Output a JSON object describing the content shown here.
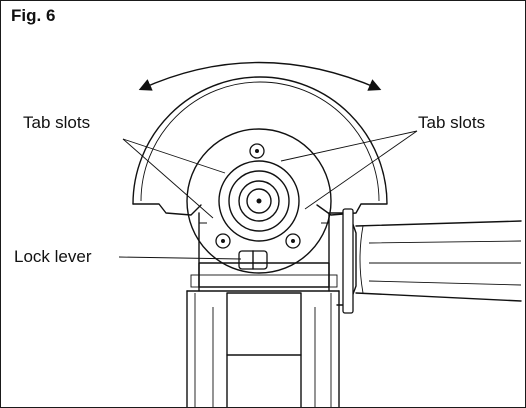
{
  "figure": {
    "label": "Fig. 6",
    "callouts": {
      "tab_slots_left": "Tab slots",
      "tab_slots_right": "Tab slots",
      "lock_lever": "Lock lever"
    }
  }
}
